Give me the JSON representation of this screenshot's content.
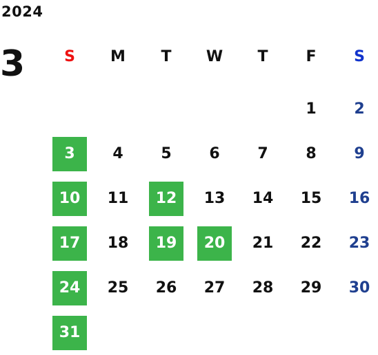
{
  "calendar": {
    "year": "2024",
    "month": "3",
    "weekdays": [
      {
        "label": "S",
        "color": "#ee1111"
      },
      {
        "label": "M",
        "color": "#111111"
      },
      {
        "label": "T",
        "color": "#111111"
      },
      {
        "label": "W",
        "color": "#111111"
      },
      {
        "label": "T",
        "color": "#111111"
      },
      {
        "label": "F",
        "color": "#111111"
      },
      {
        "label": "S",
        "color": "#1133cc"
      }
    ],
    "highlight_color": "#3cb44a",
    "weeks": [
      [
        "",
        "",
        "",
        "",
        "",
        "1",
        "2"
      ],
      [
        "3",
        "4",
        "5",
        "6",
        "7",
        "8",
        "9"
      ],
      [
        "10",
        "11",
        "12",
        "13",
        "14",
        "15",
        "16"
      ],
      [
        "17",
        "18",
        "19",
        "20",
        "21",
        "22",
        "23"
      ],
      [
        "24",
        "25",
        "26",
        "27",
        "28",
        "29",
        "30"
      ],
      [
        "31",
        "",
        "",
        "",
        "",
        "",
        ""
      ]
    ],
    "highlighted_days": [
      "3",
      "10",
      "12",
      "17",
      "19",
      "20",
      "24",
      "31"
    ]
  }
}
